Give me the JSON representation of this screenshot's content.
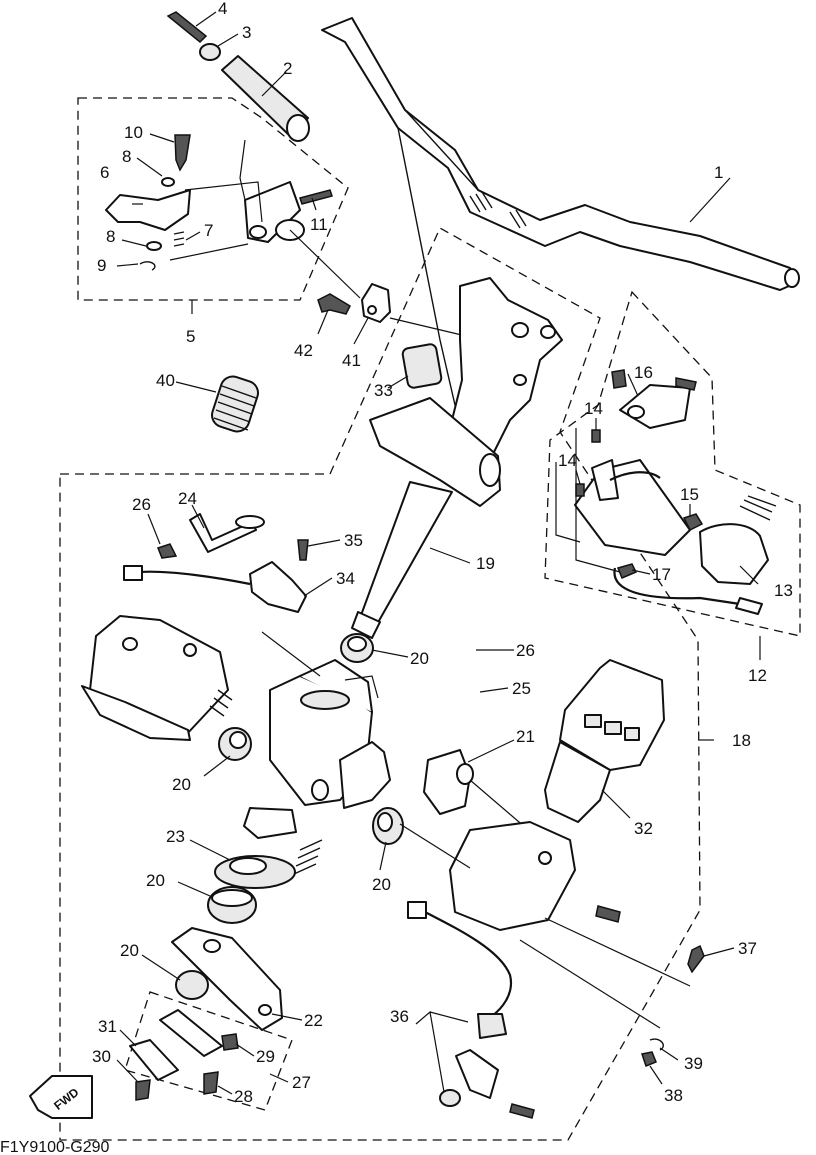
{
  "diagram": {
    "drawing_code": "F1Y9100-G290",
    "direction_badge": "FWD",
    "callouts": [
      "1",
      "2",
      "3",
      "4",
      "5",
      "6",
      "7",
      "8",
      "8",
      "9",
      "10",
      "11",
      "12",
      "13",
      "14",
      "14",
      "15",
      "16",
      "17",
      "18",
      "19",
      "20",
      "20",
      "20",
      "20",
      "20",
      "21",
      "22",
      "23",
      "24",
      "25",
      "26",
      "26",
      "27",
      "28",
      "29",
      "30",
      "31",
      "32",
      "33",
      "34",
      "35",
      "36",
      "37",
      "38",
      "39",
      "40",
      "41",
      "42"
    ]
  }
}
